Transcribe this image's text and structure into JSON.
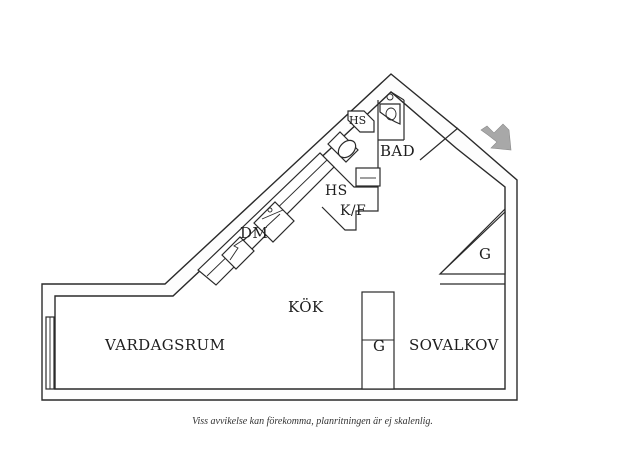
{
  "rooms": {
    "bad": "BAD",
    "hs_bath": "HS",
    "hs_kitchen": "HS",
    "kf": "K/F",
    "dm": "DM",
    "kok": "KÖK",
    "vardagsrum": "VARDAGSRUM",
    "sovalkov": "SOVALKOV",
    "g_closet_right": "G",
    "g_closet_middle": "G"
  },
  "disclaimer": "Viss avvikelse kan förekomma, planritningen är ej skalenlig.",
  "icons": {
    "entrance": "entrance-arrow-icon"
  },
  "colors": {
    "wall": "#2a2a2a",
    "arrow": "#a8a8a8"
  }
}
